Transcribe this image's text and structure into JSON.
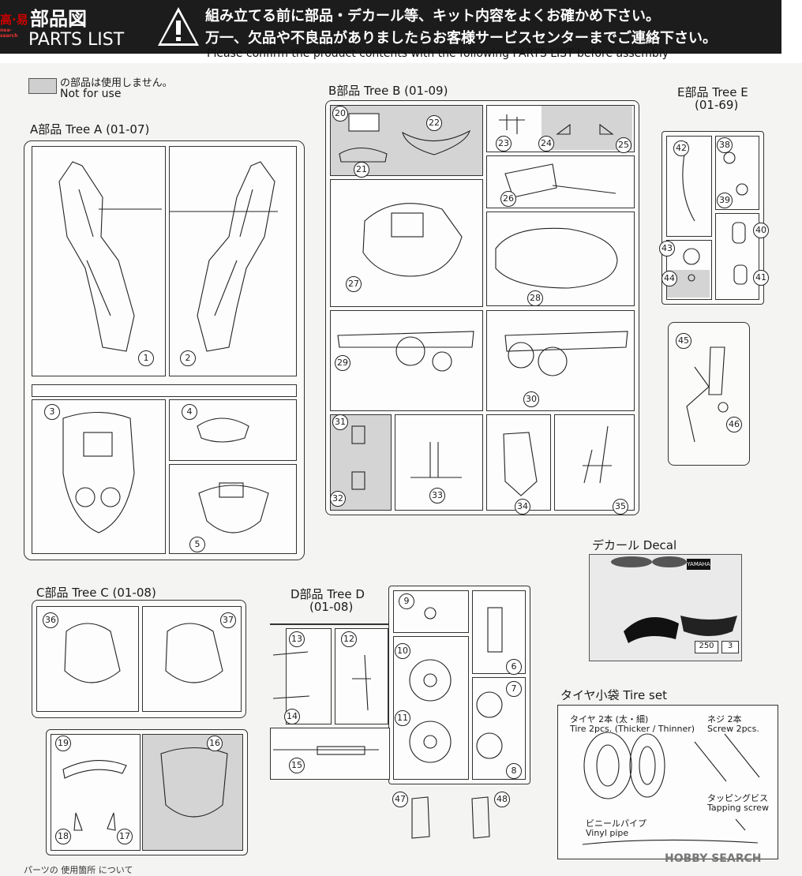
{
  "header": {
    "title_jp": "部品図",
    "title_en": "PARTS LIST",
    "warning_line1": "組み立てる前に部品・デカール等、キット内容をよくお確かめ下さい。",
    "warning_line2": "万一、欠品や不良品がありましたらお客様サービスセンターまでご連絡下さい。",
    "confirm_en": "Please confirm the product contents with the following PARTS LIST before assembly",
    "logo_text": "高·易",
    "logo_sub": "nea-search"
  },
  "legend": {
    "not_for_use_jp": "の部品は使用しません。",
    "not_for_use_en": "Not for use"
  },
  "trees": {
    "a": {
      "title": "A部品 Tree A (01-07)"
    },
    "b": {
      "title": "B部品 Tree B (01-09)"
    },
    "c": {
      "title": "C部品 Tree C (01-08)"
    },
    "d": {
      "title": "D部品 Tree D",
      "range": "(01-08)"
    },
    "e": {
      "title": "E部品 Tree E",
      "range": "(01-69)"
    }
  },
  "decal": {
    "title": "デカール Decal",
    "brand": "YAMAHA",
    "number1": "250",
    "number2": "3"
  },
  "tire_set": {
    "title": "タイヤ小袋 Tire set",
    "tire_jp": "タイヤ 2本 (太・細)",
    "tire_en": "Tire 2pcs. (Thicker / Thinner)",
    "screw_jp": "ネジ 2本",
    "screw_en": "Screw 2pcs.",
    "tapping_jp": "タッピングビス",
    "tapping_en": "Tapping screw",
    "vinyl_jp": "ビニールパイプ",
    "vinyl_en": "Vinyl pipe"
  },
  "parts": [
    "1",
    "2",
    "3",
    "4",
    "5",
    "6",
    "7",
    "8",
    "9",
    "10",
    "11",
    "12",
    "13",
    "14",
    "15",
    "16",
    "17",
    "18",
    "19",
    "20",
    "21",
    "22",
    "23",
    "24",
    "25",
    "26",
    "27",
    "28",
    "29",
    "30",
    "31",
    "32",
    "33",
    "34",
    "35",
    "36",
    "37",
    "38",
    "39",
    "40",
    "41",
    "42",
    "43",
    "44",
    "45",
    "46",
    "47",
    "48"
  ],
  "watermark": "HOBBY SEARCH",
  "footer_fragment": "パーツの 使用箇所 について"
}
